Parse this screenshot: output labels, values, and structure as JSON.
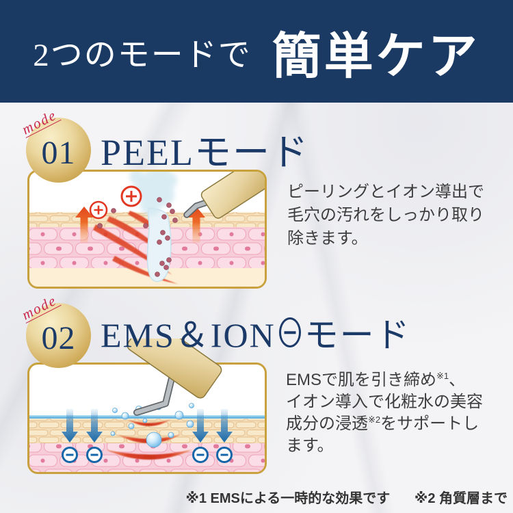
{
  "header": {
    "subtitle": "2つのモードで",
    "title": "簡単ケア"
  },
  "mode1": {
    "badge_script": "mode",
    "badge_number": "01",
    "title": "PEELモード",
    "desc_line1": "ピーリングとイオン導出で",
    "desc_line2": "毛穴の汚れをしっかり取り",
    "desc_line3": "除きます。"
  },
  "mode2": {
    "badge_script": "mode",
    "badge_number": "02",
    "title_prefix": "EMS＆ION",
    "title_suffix": "モード",
    "desc_seg1": "EMSで肌を引き締め",
    "desc_sup1": "※1",
    "desc_seg2": "、",
    "desc_line2": "イオン導入で化粧水の美容",
    "desc_seg3": "成分の浸透",
    "desc_sup2": "※2",
    "desc_seg4": "をサポートし",
    "desc_line4": "ます。"
  },
  "footnotes": {
    "note1": "※1 EMSによる一時的な効果です",
    "note2": "※2 角質層まで"
  },
  "colors": {
    "banner_navy": "#1b3a63",
    "title_navy": "#1b3a68",
    "gold_border": "#c8a13c",
    "script_red": "#c8274b",
    "body_text": "#3d3d3d",
    "ion_blue": "#1566a8",
    "plus_red": "#e23822",
    "arrow_orange": "#e0401a"
  }
}
